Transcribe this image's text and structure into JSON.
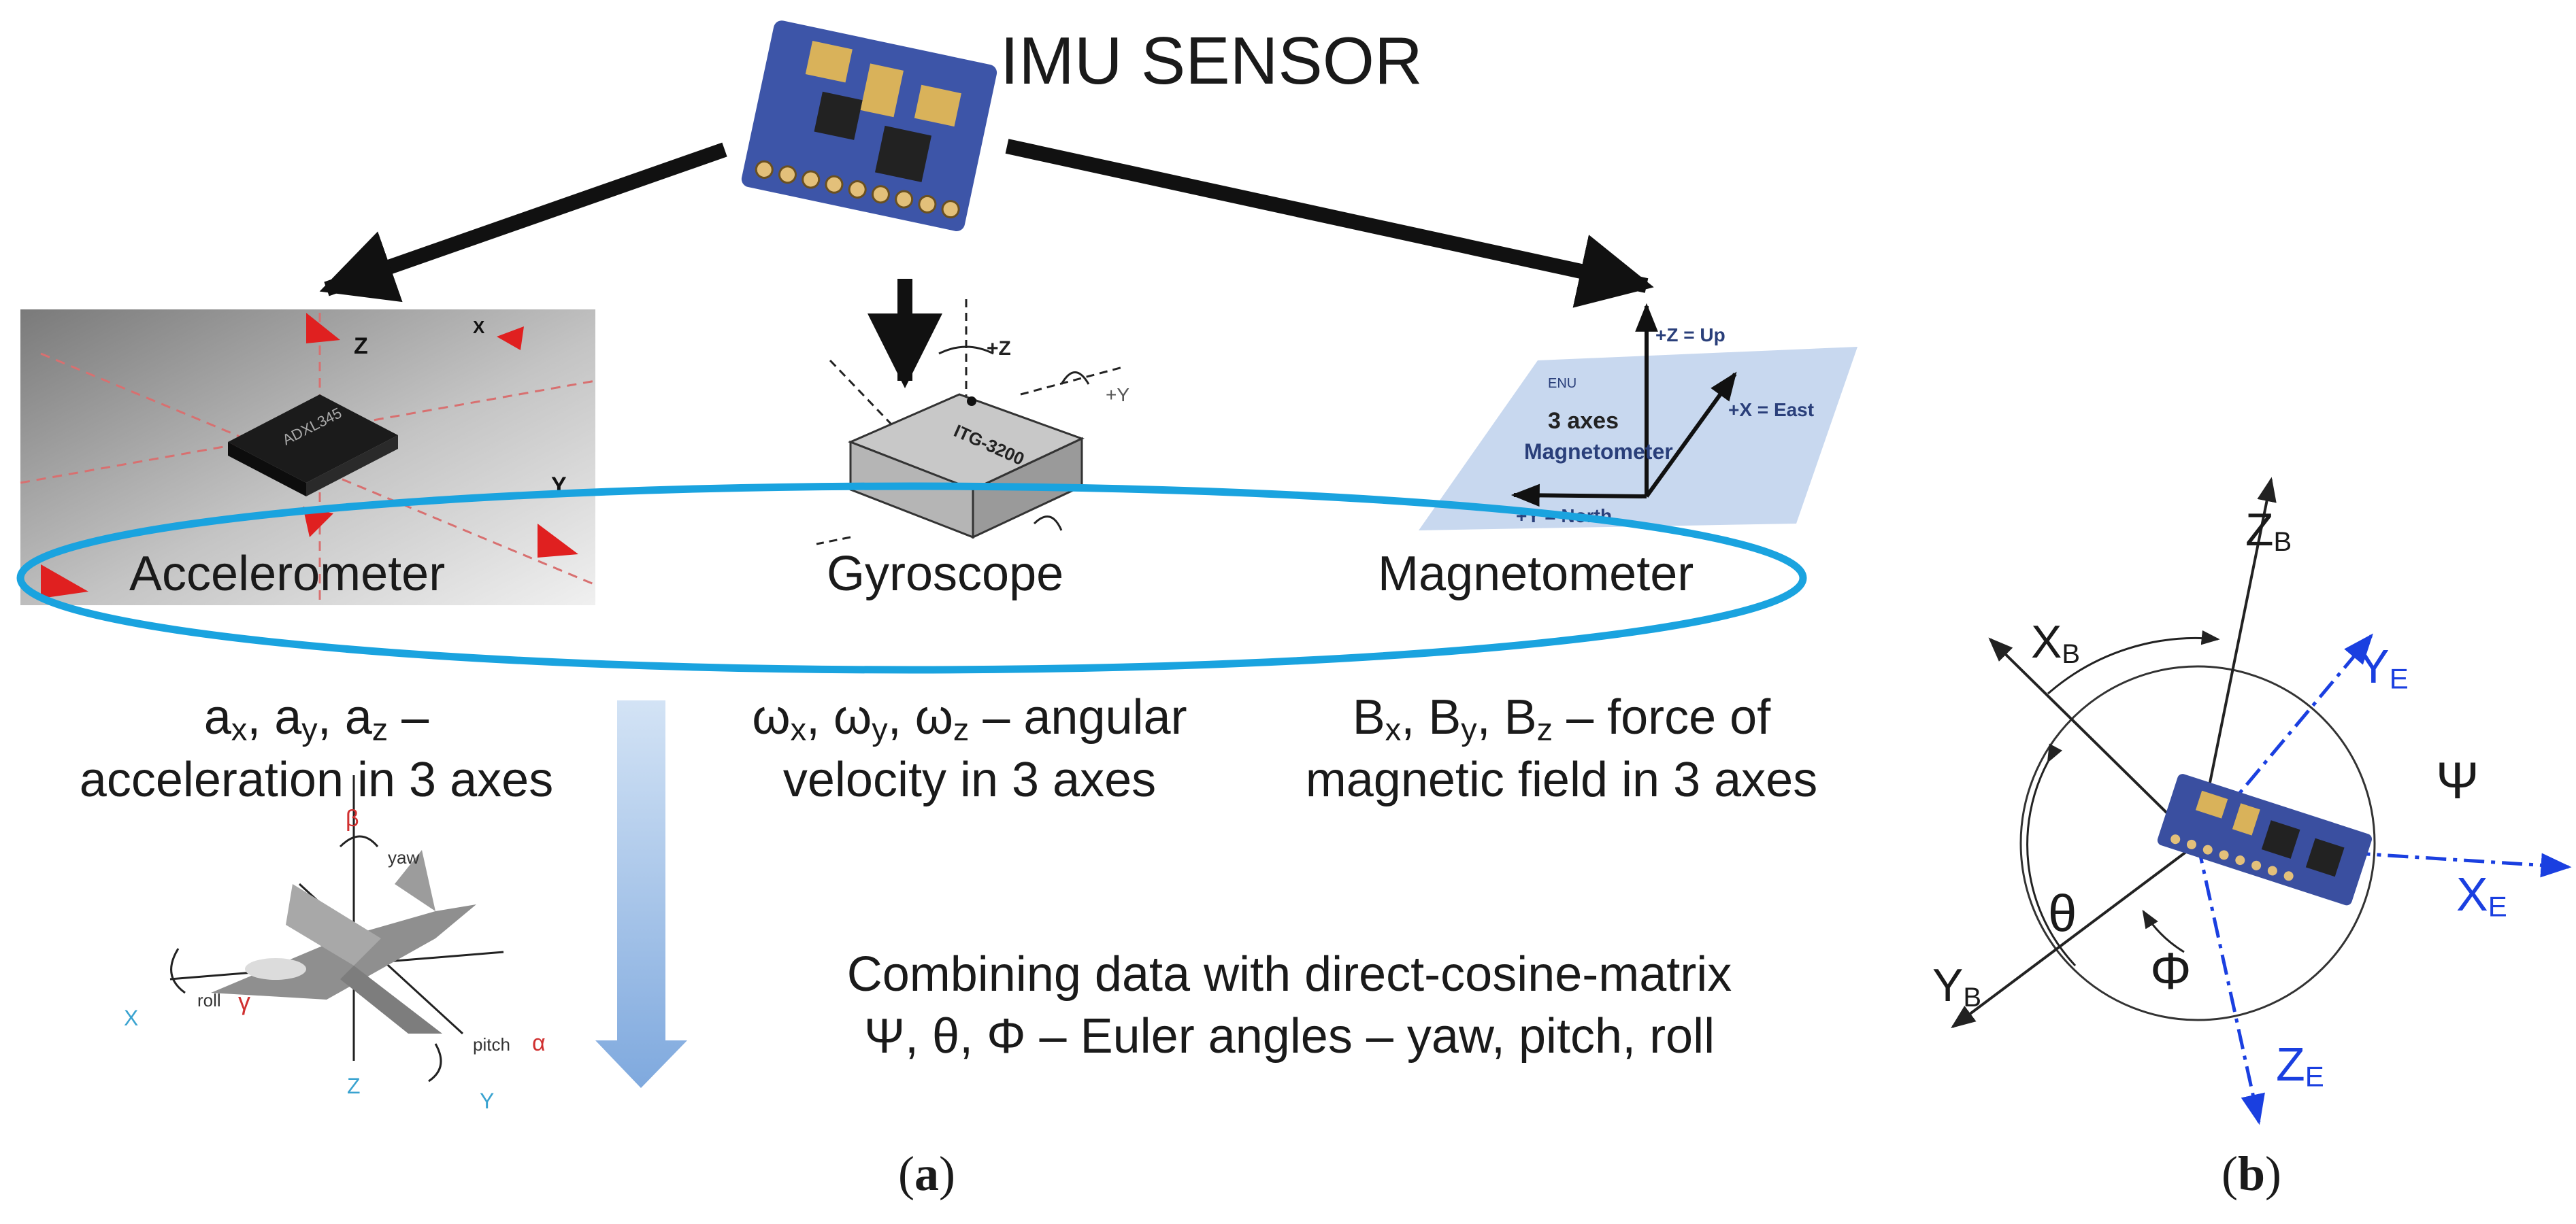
{
  "colors": {
    "arrow": "#111111",
    "ellipse": "#1aa3df",
    "down_arrow_top": "#c9dcf2",
    "down_arrow_bottom": "#84afe0",
    "axis_black": "#222222",
    "axis_blue": "#1a3fe0",
    "red_marker": "#e02020",
    "magnetometer_panel": "#c8d8ef",
    "magnetometer_text": "#2a3f7a",
    "accel_panel_dark": "#8a8a8a",
    "accel_panel_light": "#e6e6e6",
    "pcb_blue": "#3a4fa0",
    "chip_grey": "#c8c8c8"
  },
  "title": "IMU SENSOR",
  "sensors": {
    "accelerometer": {
      "label": "Accelerometer",
      "chip_text": "ADXL345",
      "axis_z": "Z",
      "axis_x": "X",
      "axis_y": "Y",
      "desc_line1_vars": [
        "a",
        "x",
        "a",
        "y",
        "a",
        "z"
      ],
      "desc_line2": "acceleration in 3 axes"
    },
    "gyroscope": {
      "label": "Gyroscope",
      "chip_text": "ITG-3200",
      "axis_z": "+Z",
      "axis_y": "+Y",
      "desc_line1_suffix": " – angular",
      "desc_line2": "velocity in 3 axes"
    },
    "magnetometer": {
      "label": "Magnetometer",
      "axis_up": "+Z = Up",
      "axis_east": "+X = East",
      "axis_north": "+Y = North",
      "frame": "ENU",
      "panel_line1": "3 axes",
      "panel_line2": "Magnetometer",
      "desc_line1_suffix": " – force of",
      "desc_line2": "magnetic field in 3 axes"
    }
  },
  "aircraft": {
    "beta": "β",
    "yaw": "yaw",
    "roll": "roll",
    "pitch": "pitch",
    "alpha": "α",
    "gamma": "γ",
    "x": "X",
    "y": "Y",
    "z": "Z"
  },
  "combine": {
    "line1": "Combining data with direct-cosine-matrix",
    "line2": "Ψ, θ, Φ – Euler angles – yaw, pitch, roll"
  },
  "panel_b": {
    "zb": "Z",
    "xb": "X",
    "yb": "Y",
    "b": "B",
    "ye": "Y",
    "xe": "X",
    "ze": "Z",
    "e": "E",
    "psi": "Ψ",
    "theta": "θ",
    "phi": "Φ"
  },
  "captions": {
    "a_open": "(",
    "a_letter": "a",
    "a_close": ")",
    "b_open": "(",
    "b_letter": "b",
    "b_close": ")"
  }
}
